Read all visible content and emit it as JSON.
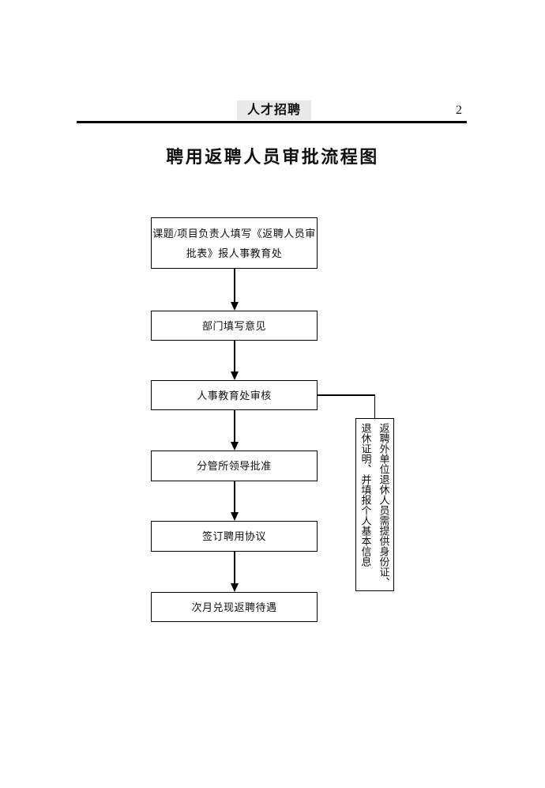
{
  "header": {
    "section_label": "人才招聘",
    "page_number": "2"
  },
  "title": "聘用返聘人员审批流程图",
  "flowchart": {
    "steps": [
      {
        "label": "课题/项目负责人填写《返聘人员审\n批表》报人事教育处"
      },
      {
        "label": "部门填写意见"
      },
      {
        "label": "人事教育处审核"
      },
      {
        "label": "分管所领导批准"
      },
      {
        "label": "签订聘用协议"
      },
      {
        "label": "次月兑现返聘待遇"
      }
    ],
    "side_note": "返聘外单位退休人员需提供身份证、\n退休证明、并填报个人基本信息"
  },
  "colors": {
    "background": "#ffffff",
    "text": "#111111",
    "line": "#000000",
    "header_highlight": "#e9e9e9"
  }
}
